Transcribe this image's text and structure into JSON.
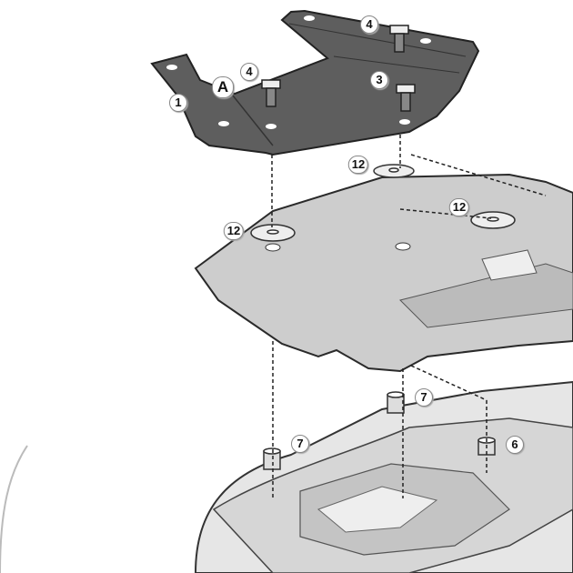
{
  "callouts": {
    "bolt_upper": "4",
    "bolt_left": "4",
    "ref_a": "A",
    "bracket": "1",
    "bolt_right": "3",
    "washer_top": "12",
    "washer_left": "12",
    "washer_right": "12",
    "spacer_right": "7",
    "spacer_left": "7",
    "spacer_small": "6"
  },
  "colors": {
    "bracket": "#5e5e5e",
    "plate": "#cdcdcd",
    "body": "#e4e4e4",
    "outline": "#2a2a2a"
  }
}
